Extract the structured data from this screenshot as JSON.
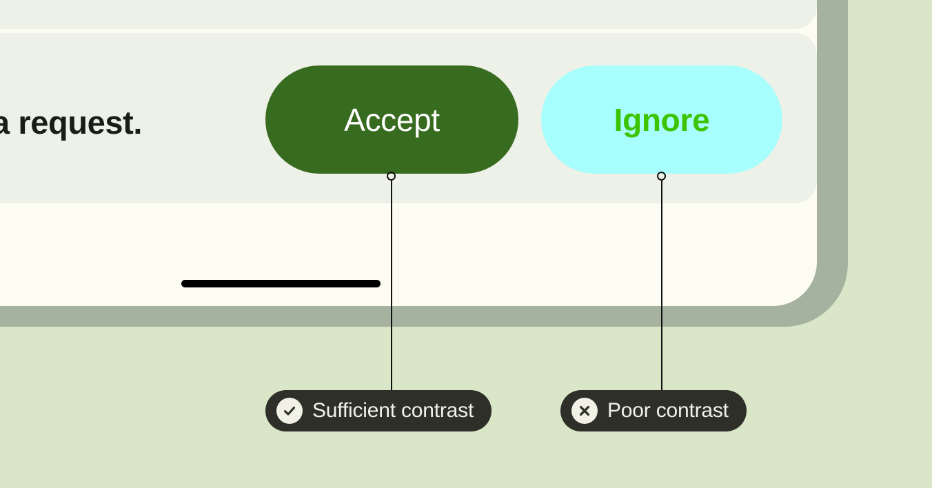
{
  "theme": {
    "page_background": "#d9e6c8",
    "device_frame": "#a6b2a0",
    "screen_background": "#fcfcf3",
    "panel_background": "#eef1e8",
    "accept_button_bg": "#376b1f",
    "accept_button_text": "#ffffff",
    "ignore_button_bg": "#a8fdfd",
    "ignore_button_text": "#3cc400",
    "callout_bg": "#2f2f29",
    "callout_text": "#f2f2ea",
    "badge_bg": "#f1f1e6",
    "body_text": "#1a1c18",
    "leader_line": "#111111",
    "home_indicator": "#000000"
  },
  "screen": {
    "body_text_fragment": "a request.",
    "actions": [
      {
        "id": "accept",
        "label": "Accept"
      },
      {
        "id": "ignore",
        "label": "Ignore"
      }
    ],
    "home_indicator_name": "home-indicator"
  },
  "annotations": [
    {
      "id": "sufficient",
      "label": "Sufficient contrast",
      "icon": "check-circle-icon",
      "target": "accept"
    },
    {
      "id": "poor",
      "label": "Poor contrast",
      "icon": "x-circle-icon",
      "target": "ignore"
    }
  ]
}
